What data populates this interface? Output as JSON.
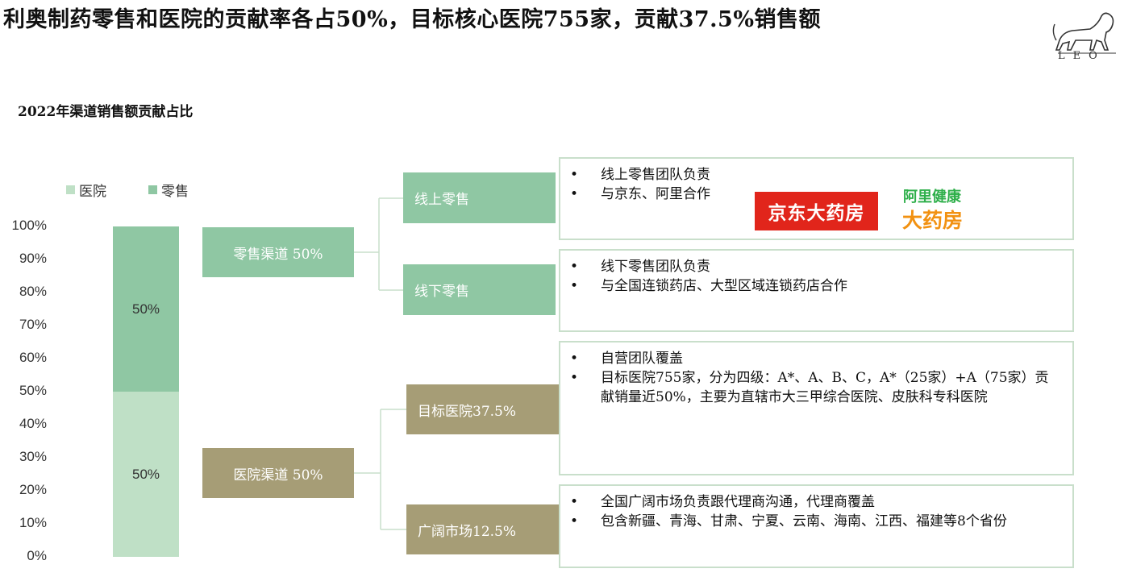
{
  "title": "利奥制药零售和医院的贡献率各占50%，目标核心医院755家，贡献37.5%销售额",
  "logo_text": "LEO",
  "subtitle": "2022年渠道销售额贡献占比",
  "legend": [
    {
      "label": "医院",
      "color": "#bfe0c6"
    },
    {
      "label": "零售",
      "color": "#8fc7a3"
    }
  ],
  "chart_data": {
    "type": "bar",
    "stacked": true,
    "categories": [
      ""
    ],
    "series": [
      {
        "name": "医院",
        "values": [
          50
        ],
        "color": "#bfe0c6",
        "label": "50%"
      },
      {
        "name": "零售",
        "values": [
          50
        ],
        "color": "#8fc7a3",
        "label": "50%"
      }
    ],
    "yticks": [
      "0%",
      "10%",
      "20%",
      "30%",
      "40%",
      "50%",
      "60%",
      "70%",
      "80%",
      "90%",
      "100%"
    ],
    "ylim": [
      0,
      100
    ]
  },
  "channels": {
    "retail": {
      "label": "零售渠道 50%",
      "subs": [
        {
          "label": "线上零售",
          "bullets": [
            "线上零售团队负责",
            "与京东、阿里合作"
          ]
        },
        {
          "label": "线下零售",
          "bullets": [
            "线下零售团队负责",
            "与全国连锁药店、大型区域连锁药店合作"
          ]
        }
      ]
    },
    "hospital": {
      "label": "医院渠道 50%",
      "subs": [
        {
          "label": "目标医院37.5%",
          "bullets": [
            "自营团队覆盖",
            "目标医院755家，分为四级：A*、A、B、C，A*（25家）+A（75家）贡献销量近50%，主要为直辖市大三甲综合医院、皮肤科专科医院"
          ]
        },
        {
          "label": "广阔市场12.5%",
          "bullets": [
            "全国广阔市场负责跟代理商沟通，代理商覆盖",
            "包含新疆、青海、甘肃、宁夏、云南、海南、江西、福建等8个省份"
          ]
        }
      ]
    }
  },
  "partners": {
    "jd": "京东大药房",
    "ali_line1": "阿里健康",
    "ali_line2": "大药房"
  }
}
